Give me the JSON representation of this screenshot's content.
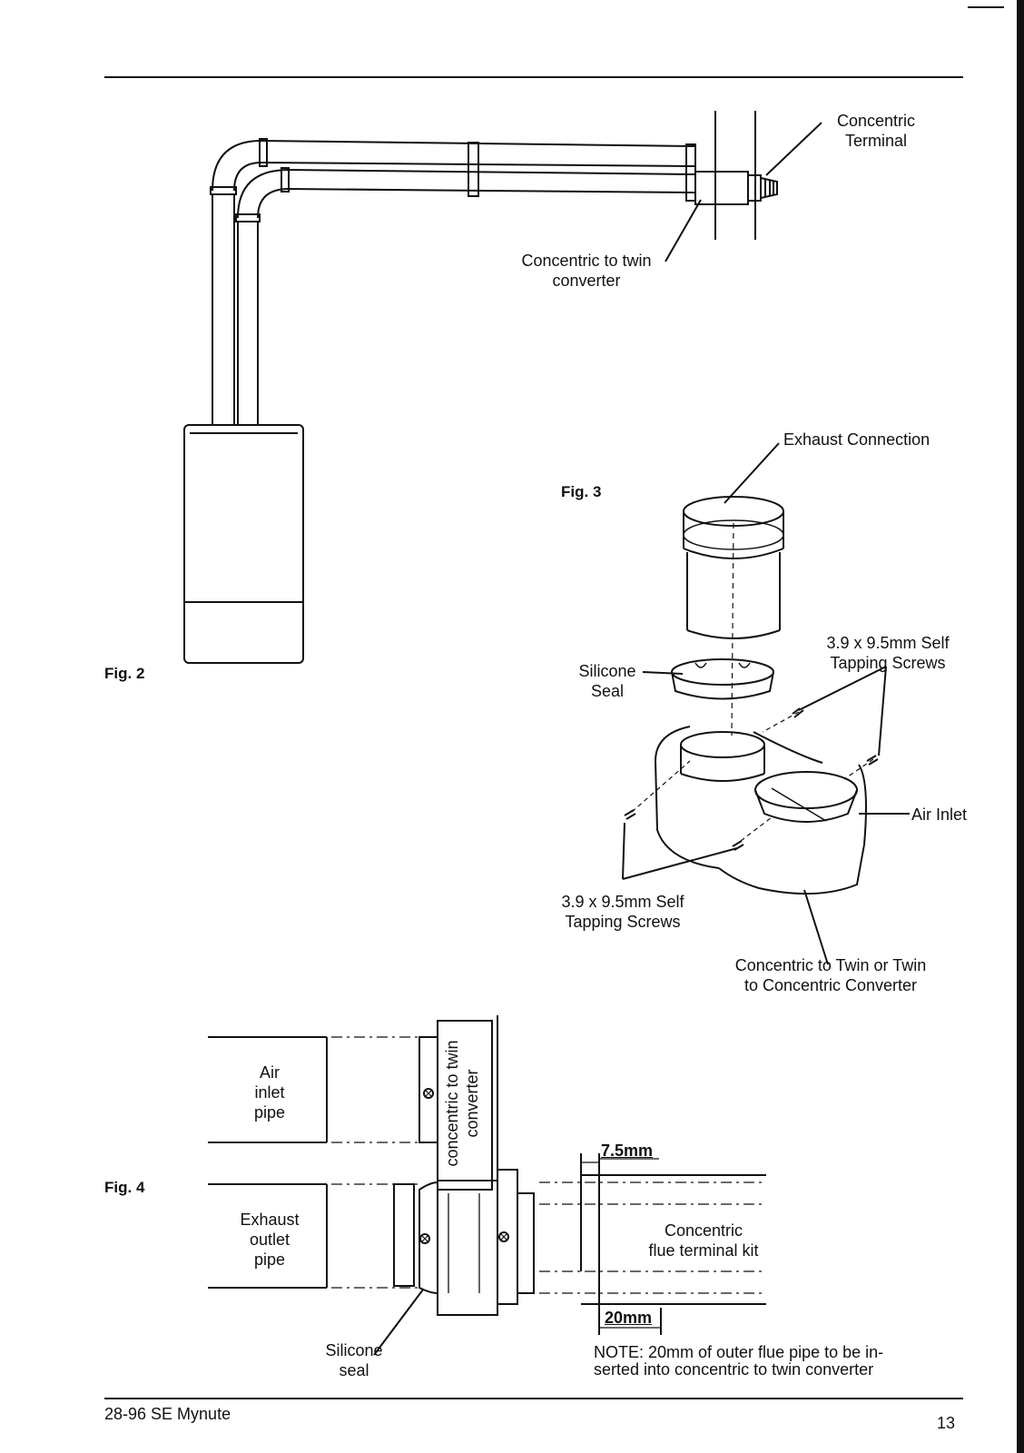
{
  "figures": {
    "fig2": {
      "label": "Fig. 2",
      "callouts": {
        "concentric_terminal": [
          "Concentric",
          "Terminal"
        ],
        "converter": [
          "Concentric to twin",
          "converter"
        ]
      }
    },
    "fig3": {
      "label": "Fig. 3",
      "callouts": {
        "exhaust_connection": "Exhaust Connection",
        "silicone_seal": [
          "Silicone",
          "Seal"
        ],
        "screws_right": [
          "3.9 x 9.5mm Self",
          "Tapping Screws"
        ],
        "air_inlet": "Air Inlet",
        "screws_left": [
          "3.9 x 9.5mm Self",
          "Tapping Screws"
        ],
        "converter": [
          "Concentric to Twin or Twin",
          "to Concentric Converter"
        ]
      }
    },
    "fig4": {
      "label": "Fig. 4",
      "callouts": {
        "air_inlet_pipe": [
          "Air",
          "inlet",
          "pipe"
        ],
        "exhaust_outlet_pipe": [
          "Exhaust",
          "outlet",
          "pipe"
        ],
        "converter": [
          "concentric to twin",
          "converter"
        ],
        "dim_top": "7.5mm",
        "terminal_kit": [
          "Concentric",
          "flue terminal kit"
        ],
        "dim_bottom": "20mm",
        "silicone_seal": [
          "Silicone",
          "seal"
        ],
        "note": [
          "NOTE: 20mm of outer flue pipe to be in-",
          "serted into concentric to twin converter"
        ]
      }
    }
  },
  "footer": {
    "model": "28-96 SE Mynute",
    "page_number": "13"
  }
}
